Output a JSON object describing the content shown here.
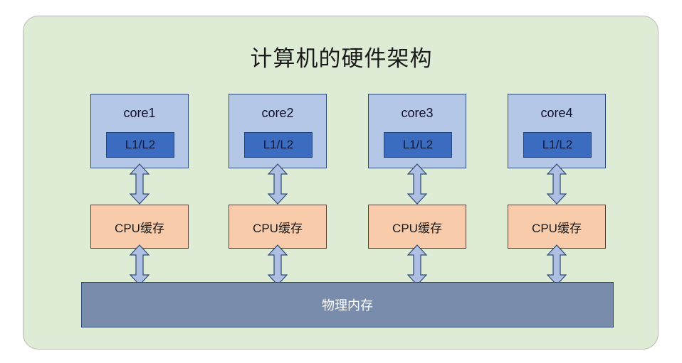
{
  "diagram": {
    "title": "计算机的硬件架构",
    "background_color": "#dfecd5",
    "frame_border_color": "#b9b9b9",
    "cores": [
      {
        "label": "core1",
        "cache_label": "L1/L2"
      },
      {
        "label": "core2",
        "cache_label": "L1/L2"
      },
      {
        "label": "core3",
        "cache_label": "L1/L2"
      },
      {
        "label": "core4",
        "cache_label": "L1/L2"
      }
    ],
    "cpu_caches": [
      {
        "label": "CPU缓存"
      },
      {
        "label": "CPU缓存"
      },
      {
        "label": "CPU缓存"
      },
      {
        "label": "CPU缓存"
      }
    ],
    "memory": {
      "label": "物理内存",
      "color": "#7a8cab",
      "text_color": "#ffffff"
    },
    "colors": {
      "core_fill": "#b4c7e7",
      "core_border": "#2d4b73",
      "l1l2_fill": "#3b6cc0",
      "l1l2_border": "#24457f",
      "cache_fill": "#f8ccaa",
      "cache_border": "#5a4034",
      "arrow_fill": "#aebfe3",
      "arrow_border": "#2d4b73"
    }
  }
}
